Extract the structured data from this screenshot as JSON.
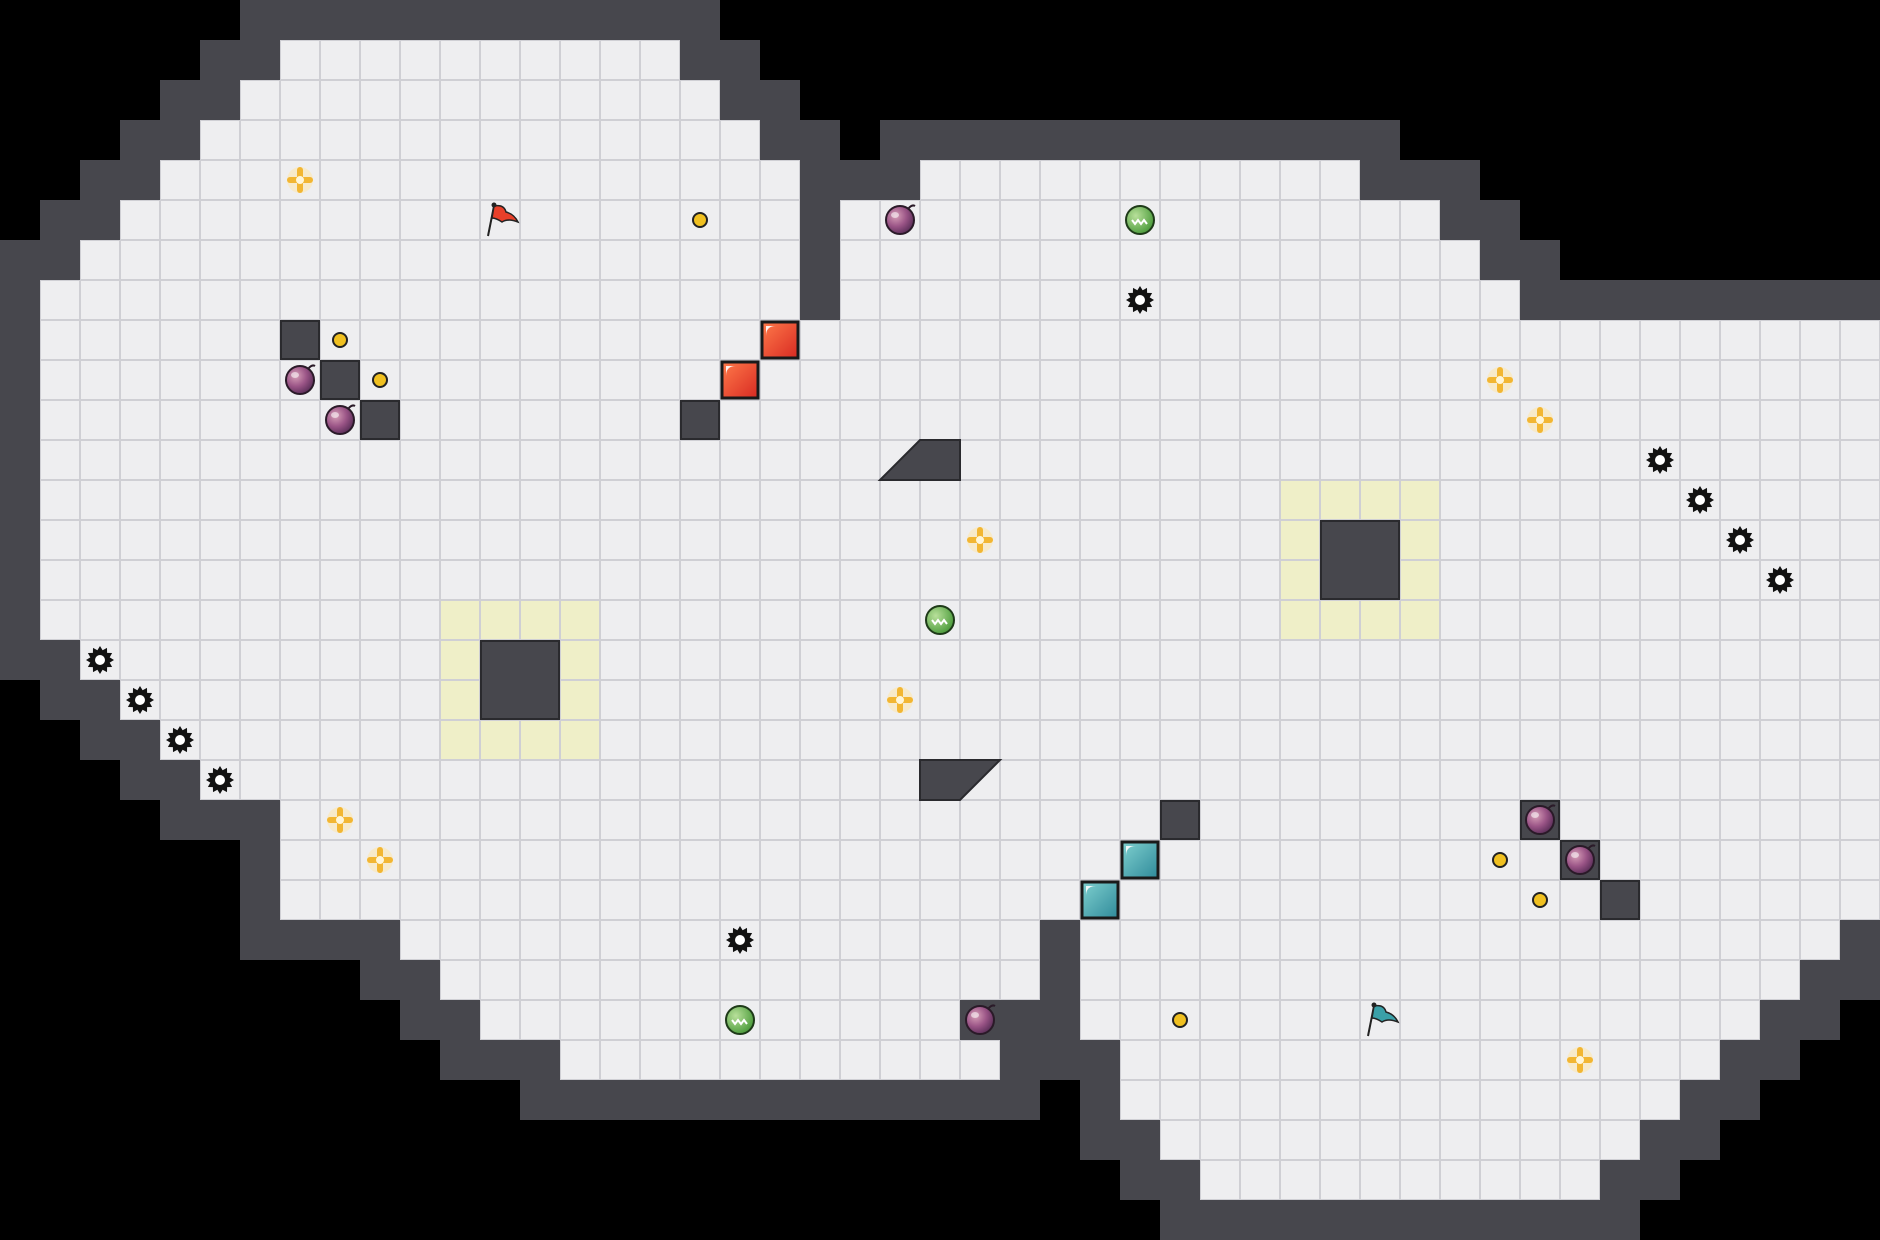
{
  "colors": {
    "background": "#000000",
    "floor": "#eeeef0",
    "grid_line": "#cfcfd4",
    "wall": "#47474d",
    "wall_edge": "#2a2a2e",
    "zone_highlight": "#efefc8",
    "red_player": "#e8402a",
    "blue_player": "#3aa0a8",
    "bomb": "#8a4a78",
    "shield": "#5aa84a",
    "star": "#f2b632",
    "coin": "#f0c020",
    "mine": "#111111"
  },
  "tile_size": 40,
  "grid": {
    "cols": 47,
    "rows": 31
  },
  "floor_rows": [
    {
      "r": 1,
      "c0": 7,
      "c1": 16
    },
    {
      "r": 2,
      "c0": 6,
      "c1": 17
    },
    {
      "r": 3,
      "c0": 5,
      "c1": 18
    },
    {
      "r": 4,
      "c0": 4,
      "c1": 19
    },
    {
      "r": 5,
      "c0": 3,
      "c1": 19
    },
    {
      "r": 6,
      "c0": 2,
      "c1": 19
    },
    {
      "r": 7,
      "c0": 1,
      "c1": 19
    },
    {
      "r": 8,
      "c0": 1,
      "c1": 46
    },
    {
      "r": 9,
      "c0": 1,
      "c1": 46
    },
    {
      "r": 10,
      "c0": 1,
      "c1": 46
    },
    {
      "r": 11,
      "c0": 1,
      "c1": 46
    },
    {
      "r": 12,
      "c0": 1,
      "c1": 46
    },
    {
      "r": 13,
      "c0": 1,
      "c1": 46
    },
    {
      "r": 14,
      "c0": 1,
      "c1": 46
    },
    {
      "r": 15,
      "c0": 1,
      "c1": 46
    },
    {
      "r": 16,
      "c0": 2,
      "c1": 46
    },
    {
      "r": 17,
      "c0": 3,
      "c1": 46
    },
    {
      "r": 18,
      "c0": 4,
      "c1": 46
    },
    {
      "r": 19,
      "c0": 5,
      "c1": 46
    },
    {
      "r": 20,
      "c0": 7,
      "c1": 46
    },
    {
      "r": 21,
      "c0": 7,
      "c1": 46
    },
    {
      "r": 22,
      "c0": 7,
      "c1": 46
    },
    {
      "r": 23,
      "c0": 10,
      "c1": 25
    },
    {
      "r": 23,
      "c0": 27,
      "c1": 45
    },
    {
      "r": 24,
      "c0": 11,
      "c1": 25
    },
    {
      "r": 24,
      "c0": 27,
      "c1": 44
    },
    {
      "r": 25,
      "c0": 12,
      "c1": 23
    },
    {
      "r": 25,
      "c0": 27,
      "c1": 43
    },
    {
      "r": 26,
      "c0": 14,
      "c1": 24
    },
    {
      "r": 26,
      "c0": 28,
      "c1": 42
    },
    {
      "r": 27,
      "c0": 28,
      "c1": 41
    },
    {
      "r": 28,
      "c0": 29,
      "c1": 40
    },
    {
      "r": 29,
      "c0": 30,
      "c1": 39
    },
    {
      "r": 4,
      "c0": 23,
      "c1": 33
    },
    {
      "r": 5,
      "c0": 21,
      "c1": 35
    },
    {
      "r": 6,
      "c0": 21,
      "c1": 36
    },
    {
      "r": 7,
      "c0": 21,
      "c1": 37
    }
  ],
  "walls": [
    [
      7,
      8
    ],
    [
      8,
      9
    ],
    [
      9,
      10
    ],
    [
      17,
      10
    ],
    [
      29,
      20
    ],
    [
      38,
      20
    ],
    [
      39,
      21
    ],
    [
      40,
      22
    ],
    [
      33,
      13
    ]
  ],
  "big_blocks": [
    {
      "c": 12,
      "r": 16,
      "size": 2
    },
    {
      "c": 33,
      "r": 13,
      "size": 2
    }
  ],
  "zones": [
    {
      "c": 11,
      "r": 15,
      "size": 4
    },
    {
      "c": 32,
      "r": 12,
      "size": 4
    }
  ],
  "ramps": [
    {
      "c": 22,
      "r": 11,
      "dir": "up"
    },
    {
      "c": 23,
      "r": 19,
      "dir": "down"
    }
  ],
  "red_player_tiles": [
    [
      19,
      8
    ],
    [
      18,
      9
    ]
  ],
  "blue_player_tiles": [
    [
      28,
      21
    ],
    [
      27,
      22
    ]
  ],
  "red_flag": {
    "c": 12,
    "r": 5
  },
  "blue_flag": {
    "c": 34,
    "r": 25
  },
  "bombs": [
    [
      7,
      9
    ],
    [
      8,
      10
    ],
    [
      22,
      5
    ],
    [
      38,
      20
    ],
    [
      39,
      21
    ],
    [
      24,
      25
    ]
  ],
  "shields": [
    [
      28,
      5
    ],
    [
      23,
      15
    ],
    [
      18,
      25
    ]
  ],
  "stars": [
    [
      7,
      4
    ],
    [
      37,
      9
    ],
    [
      38,
      10
    ],
    [
      24,
      13
    ],
    [
      22,
      17
    ],
    [
      8,
      20
    ],
    [
      9,
      21
    ],
    [
      39,
      26
    ]
  ],
  "coins": [
    [
      17,
      5
    ],
    [
      8,
      8
    ],
    [
      9,
      9
    ],
    [
      37,
      21
    ],
    [
      38,
      22
    ],
    [
      29,
      25
    ]
  ],
  "mines": [
    [
      28,
      7
    ],
    [
      41,
      11
    ],
    [
      42,
      12
    ],
    [
      43,
      13
    ],
    [
      44,
      14
    ],
    [
      2,
      16
    ],
    [
      3,
      17
    ],
    [
      4,
      18
    ],
    [
      5,
      19
    ],
    [
      18,
      23
    ]
  ]
}
